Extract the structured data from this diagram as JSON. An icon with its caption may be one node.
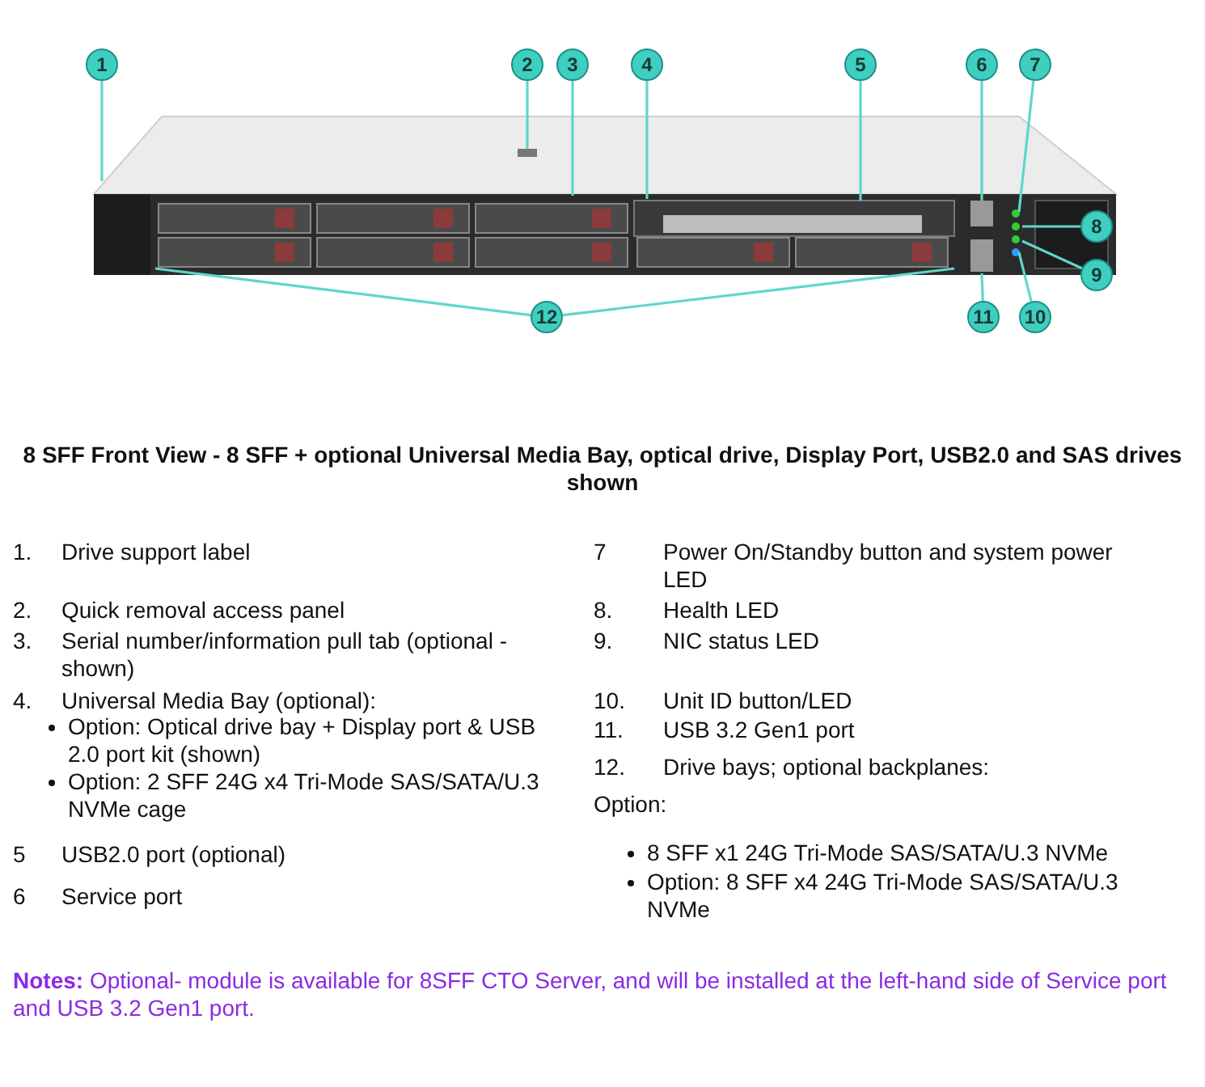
{
  "diagram": {
    "title": "8 SFF Front View - 8 SFF + optional Universal Media Bay, optical drive, Display Port, USB2.0 and SAS drives shown",
    "nodes": [
      {
        "text": [
          "1"
        ]
      },
      {
        "text": [
          "2"
        ]
      },
      {
        "text": [
          "3"
        ]
      },
      {
        "text": [
          "4"
        ]
      },
      {
        "text": [
          "5"
        ]
      },
      {
        "text": [
          "6"
        ]
      },
      {
        "text": [
          "7"
        ]
      },
      {
        "text": [
          "8"
        ]
      },
      {
        "text": [
          "9"
        ]
      },
      {
        "text": [
          "10"
        ]
      },
      {
        "text": [
          "11"
        ]
      },
      {
        "text": [
          "12"
        ]
      }
    ],
    "edges": [
      {
        "from": 0,
        "to": null,
        "arrow": "none"
      },
      {
        "from": 1,
        "to": null,
        "arrow": "none"
      },
      {
        "from": 2,
        "to": null,
        "arrow": "none"
      },
      {
        "from": 3,
        "to": null,
        "arrow": "none"
      },
      {
        "from": 4,
        "to": null,
        "arrow": "none"
      },
      {
        "from": 5,
        "to": null,
        "arrow": "none"
      },
      {
        "from": 6,
        "to": null,
        "arrow": "none"
      },
      {
        "from": 7,
        "to": null,
        "arrow": "none"
      },
      {
        "from": 8,
        "to": null,
        "arrow": "none"
      },
      {
        "from": 9,
        "to": null,
        "arrow": "none"
      },
      {
        "from": 10,
        "to": null,
        "arrow": "none"
      },
      {
        "from": 11,
        "to": null,
        "arrow": "none"
      },
      {
        "from": 11,
        "to": null,
        "arrow": "none"
      }
    ],
    "labels": [
      "1.",
      "Drive support label",
      "2.",
      "Quick removal access panel",
      "3.",
      "Serial number/information pull tab (optional - shown)",
      "4.",
      "Universal Media Bay (optional):",
      "Option: Optical drive bay + Display port & USB 2.0 port kit (shown)",
      "Option: 2 SFF 24G x4 Tri-Mode SAS/SATA/U.3 NVMe cage",
      "5",
      "USB2.0 port (optional)",
      "6",
      "Service port",
      "7",
      "Power On/Standby button and system power LED",
      "8.",
      "Health LED",
      "9.",
      "NIC status LED",
      "10.",
      "Unit ID button/LED",
      "11.",
      "USB 3.2 Gen1 port",
      "12.",
      "Drive bays; optional backplanes:",
      "Option:",
      "8 SFF x1 24G Tri-Mode SAS/SATA/U.3 NVMe",
      "Option: 8 SFF x4 24G Tri-Mode SAS/SATA/U.3 NVMe",
      "**Notes:** Optional- module is available for 8SFF CTO Server, and will be installed at the left-hand side of Service port and USB 3.2 Gen1 port."
    ]
  }
}
